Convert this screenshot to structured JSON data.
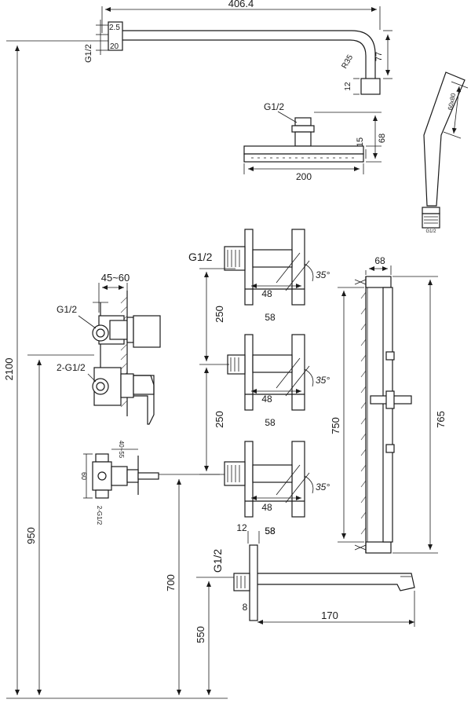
{
  "dims": {
    "arm_length": "406.4",
    "arm_flange_thickness": "2.5",
    "arm_flange_depth": "20",
    "arm_thread": "G1/2",
    "arm_radius": "R35",
    "arm_drop": "77",
    "arm_nut": "12",
    "head_thread": "G1/2",
    "head_height_total": "68",
    "head_plate": "15",
    "head_width": "200",
    "hand_shower_size": "60x80",
    "hand_shower_thread": "G1/2",
    "total_height": "2100",
    "mixer_depth": "45~60",
    "mixer_inlet": "G1/2",
    "mixer_outlets": "2-G1/2",
    "mixer_height": "950",
    "body_depth": "40~55",
    "body_height": "60",
    "body_thread": "2-G1/2",
    "jet_thread": "G1/2",
    "jet_spacing_1": "250",
    "jet_spacing_2": "250",
    "jet_width": "48",
    "jet_outer_width": "58",
    "jet_angle": "35°",
    "jet_height": "700",
    "rail_width": "68",
    "rail_inner": "750",
    "rail_outer": "765",
    "spout_thread": "G1/2",
    "spout_flange": "12",
    "spout_offset": "8",
    "spout_length": "170",
    "spout_height": "550",
    "spout_top": "58"
  }
}
